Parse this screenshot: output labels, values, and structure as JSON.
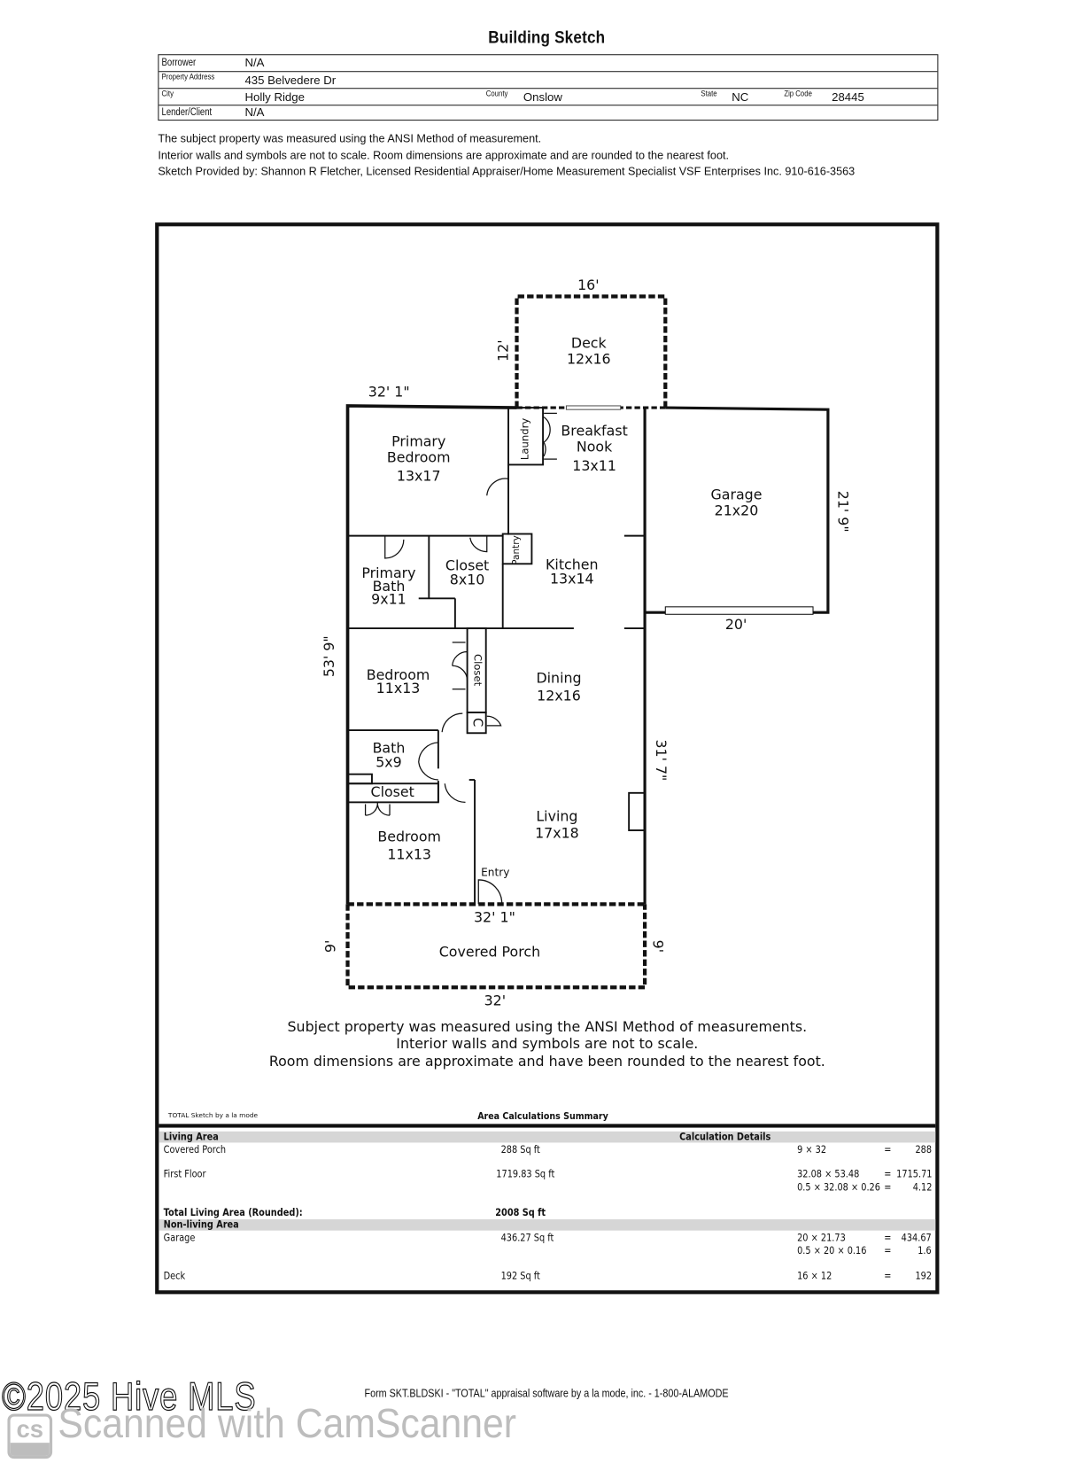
{
  "header": {
    "title": "Building Sketch",
    "fields": {
      "borrower_label": "Borrower",
      "borrower": "N/A",
      "address_label": "Property Address",
      "address": "435 Belvedere Dr",
      "city_label": "City",
      "city": "Holly Ridge",
      "county_label": "County",
      "county": "Onslow",
      "state_label": "State",
      "state": "NC",
      "zip_label": "Zip Code",
      "zip": "28445",
      "lender_label": "Lender/Client",
      "lender": "N/A"
    },
    "notes": [
      "The subject property was measured using the ANSI Method of measurement.",
      "Interior walls and symbols are not to scale. Room dimensions are approximate and are rounded to the nearest foot.",
      "Sketch Provided by: Shannon R Fletcher, Licensed Residential Appraiser/Home Measurement Specialist VSF Enterprises Inc. 910-616-3563"
    ]
  },
  "sketch": {
    "rooms": {
      "deck": {
        "name": "Deck",
        "size": "12x16"
      },
      "primary_bedroom": {
        "name1": "Primary",
        "name2": "Bedroom",
        "size": "13x17"
      },
      "laundry": {
        "name": "Laundry"
      },
      "breakfast_nook": {
        "name1": "Breakfast",
        "name2": "Nook",
        "size": "13x11"
      },
      "pantry": {
        "name": "Pantry"
      },
      "garage": {
        "name": "Garage",
        "size": "21x20"
      },
      "primary_bath": {
        "name1": "Primary",
        "name2": "Bath",
        "size": "9x11"
      },
      "closet_primary": {
        "name": "Closet",
        "size": "8x10"
      },
      "kitchen": {
        "name": "Kitchen",
        "size": "13x14"
      },
      "bedroom1": {
        "name": "Bedroom",
        "size": "11x13"
      },
      "closet_hall": {
        "name": "Closet"
      },
      "c": {
        "name": "C"
      },
      "dining": {
        "name": "Dining",
        "size": "12x16"
      },
      "bath": {
        "name": "Bath",
        "size": "5x9"
      },
      "closet_bed2": {
        "name": "Closet"
      },
      "bedroom2": {
        "name": "Bedroom",
        "size": "11x13"
      },
      "living": {
        "name": "Living",
        "size": "17x18"
      },
      "entry": {
        "name": "Entry"
      },
      "covered_porch": {
        "name": "Covered Porch"
      }
    },
    "dimensions": {
      "deck_top": "16'",
      "deck_side": "12'",
      "house_top": "32' 1\"",
      "garage_side": "21' 9\"",
      "garage_bottom": "20'",
      "house_left": "53' 9\"",
      "house_right": "31' 7\"",
      "house_bottom": "32' 1\"",
      "porch_left": "9'",
      "porch_right": "9'",
      "porch_bottom": "32'"
    },
    "caption": [
      "Subject property was measured using the ANSI Method of measurements.",
      "Interior walls and symbols are not to scale.",
      "Room dimensions are approximate and have been rounded to the nearest foot."
    ],
    "software_credit": "TOTAL Sketch by a la mode"
  },
  "area_summary": {
    "title": "Area Calculations Summary",
    "living_header": "Living Area",
    "details_header": "Calculation Details",
    "living_rows": [
      {
        "name": "Covered Porch",
        "area": "288 Sq ft",
        "calcs": [
          {
            "expr": "9 × 32",
            "eq": "=",
            "result": "288"
          }
        ]
      },
      {
        "name": "First Floor",
        "area": "1719.83 Sq ft",
        "calcs": [
          {
            "expr": "32.08 × 53.48",
            "eq": "=",
            "result": "1715.71"
          },
          {
            "expr": "0.5 × 32.08 × 0.26",
            "eq": "=",
            "result": "4.12"
          }
        ]
      }
    ],
    "total_label": "Total Living Area (Rounded):",
    "total_value": "2008 Sq ft",
    "nonliving_header": "Non-living Area",
    "nonliving_rows": [
      {
        "name": "Garage",
        "area": "436.27 Sq ft",
        "calcs": [
          {
            "expr": "20 × 21.73",
            "eq": "=",
            "result": "434.67"
          },
          {
            "expr": "0.5 × 20 × 0.16",
            "eq": "=",
            "result": "1.6"
          }
        ]
      },
      {
        "name": "Deck",
        "area": "192 Sq ft",
        "calcs": [
          {
            "expr": "16 × 12",
            "eq": "=",
            "result": "192"
          }
        ]
      }
    ]
  },
  "footer": {
    "form_text": "Form SKT.BLDSKI - \"TOTAL\" appraisal software by a la mode, inc. - 1-800-ALAMODE",
    "watermark_mls": "©2025 Hive MLS",
    "watermark_scanner": "Scanned with CamScanner",
    "scanner_logo": "cs"
  }
}
